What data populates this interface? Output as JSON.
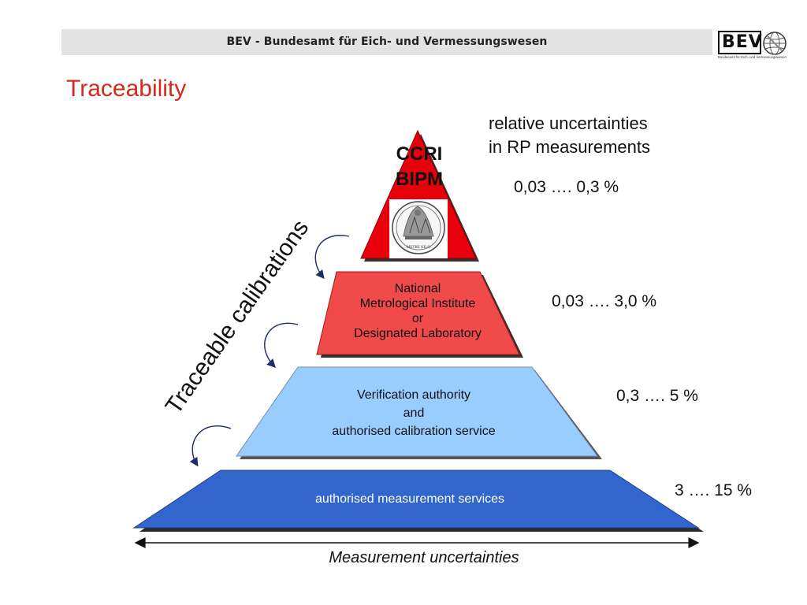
{
  "header": {
    "title": "BEV - Bundesamt für Eich- und Vermessungswesen"
  },
  "logo": {
    "text": "BEV",
    "subtitle": "Bundesamt für Eich- und Vermessungswesen"
  },
  "page": {
    "title": "Traceability"
  },
  "uncertainties": {
    "header_line1": "relative uncertainties",
    "header_line2": "in RP measurements",
    "values": [
      "0,03 …. 0,3 %",
      "0,03 …. 3,0 %",
      "0,3 …. 5 %",
      "3 …. 15 %"
    ]
  },
  "pyramid": {
    "top": {
      "line1": "CCRI",
      "line2": "BIPM",
      "seal_text": "METRE KILO"
    },
    "tier2": {
      "lines": [
        "National",
        "Metrological Institute",
        "or",
        "Designated Laboratory"
      ]
    },
    "tier3": {
      "lines": [
        "Verification authority",
        "and",
        "authorised calibration service"
      ]
    },
    "tier4": {
      "lines": [
        "authorised measurement services"
      ]
    }
  },
  "side_label": "Traceable calibrations",
  "axis_label": "Measurement  uncertainties",
  "colors": {
    "title_red": "#d42a1c",
    "tier1_red": "#e8000c",
    "tier2_red": "#f04a4a",
    "tier3_blue": "#99ccff",
    "tier4_blue": "#3366cc",
    "arrow_navy": "#1f2b6b"
  }
}
